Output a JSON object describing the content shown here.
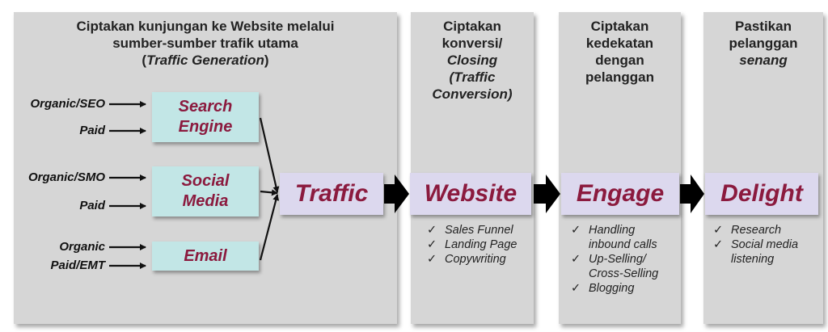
{
  "col1": {
    "heading_line1": "Ciptakan kunjungan ke Website melalui",
    "heading_line2": "sumber-sumber trafik utama",
    "heading_paren_open": "(",
    "heading_italic": "Traffic Generation",
    "heading_paren_close": ")",
    "sources": [
      {
        "label_line1": "Search",
        "label_line2": "Engine",
        "inputs": [
          "Organic/SEO",
          "Paid"
        ]
      },
      {
        "label_line1": "Social",
        "label_line2": "Media",
        "inputs": [
          "Organic/SMO",
          "Paid"
        ]
      },
      {
        "label_line1": "Email",
        "label_line2": "",
        "inputs": [
          "Organic",
          "Paid/EMT"
        ]
      }
    ],
    "stage": "Traffic"
  },
  "col2": {
    "heading_line1": "Ciptakan",
    "heading_line2": "konversi/",
    "heading_line3": "Closing",
    "heading_line4": "(Traffic",
    "heading_line5": "Conversion)",
    "stage": "Website",
    "items": [
      "Sales Funnel",
      "Landing Page",
      "Copywriting"
    ]
  },
  "col3": {
    "heading_line1": "Ciptakan",
    "heading_line2": "kedekatan",
    "heading_line3": "dengan",
    "heading_line4": "pelanggan",
    "stage": "Engage",
    "items": [
      {
        "l1": "Handling",
        "l2": "inbound calls"
      },
      {
        "l1": "Up-Selling/",
        "l2": "Cross-Selling"
      },
      {
        "l1": "Blogging",
        "l2": ""
      }
    ]
  },
  "col4": {
    "heading_line1": "Pastikan",
    "heading_line2": "pelanggan",
    "heading_line3": "senang",
    "stage": "Delight",
    "items": [
      {
        "l1": "Research",
        "l2": ""
      },
      {
        "l1": "Social media",
        "l2": "listening"
      }
    ]
  },
  "colors": {
    "panel": "#d6d6d6",
    "source_box": "#c2e6e6",
    "stage_box": "#dcd8ee",
    "accent_text": "#8b1a3e"
  }
}
